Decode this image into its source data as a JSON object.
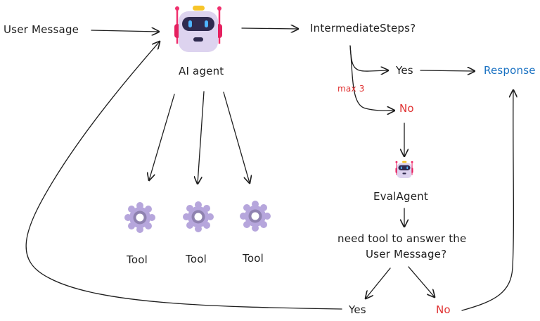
{
  "nodes": {
    "user_message": "User Message",
    "ai_agent": "AI agent",
    "intermediate_steps": "IntermediateSteps?",
    "yes_top": "Yes",
    "no_top": "No",
    "max_label": "max 3",
    "response": "Response",
    "eval_agent": "EvalAgent",
    "need_tool_line1": "need tool to answer the",
    "need_tool_line2": "User Message?",
    "yes_bottom": "Yes",
    "no_bottom": "No",
    "tools": [
      "Tool",
      "Tool",
      "Tool"
    ]
  },
  "icons": {
    "agent": "robot-icon",
    "eval_agent": "robot-icon",
    "tool": "gear-icon"
  },
  "colors": {
    "stroke": "#1e1e1e",
    "negative": "#e03131",
    "response": "#1971c2",
    "gear": "#b6a6dc",
    "robot_body": "#ddd3ef",
    "robot_accent": "#f0306e"
  }
}
